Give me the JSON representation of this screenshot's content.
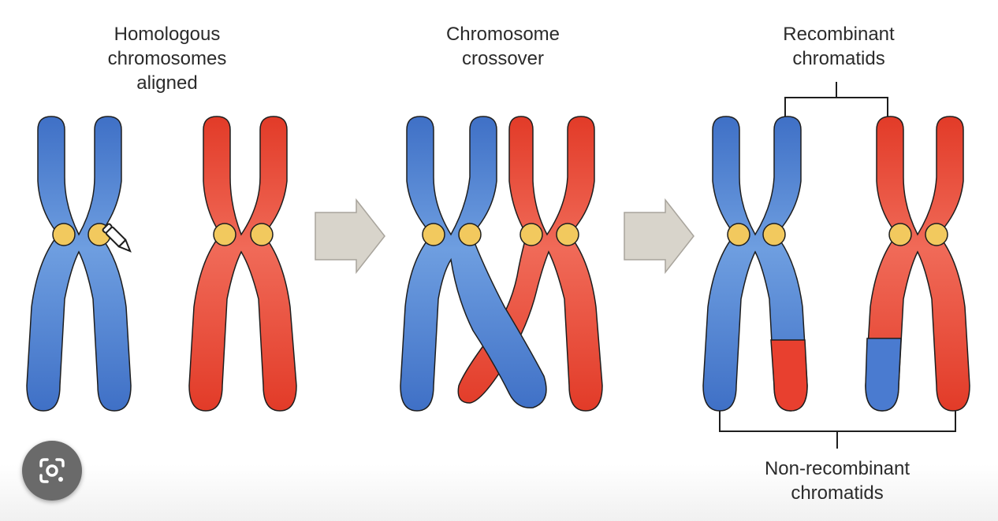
{
  "labels": {
    "stage1": "Homologous\nchromosomes\naligned",
    "stage2": "Chromosome\ncrossover",
    "stage3_top": "Recombinant\nchromatids",
    "stage3_bottom": "Non-recombinant\nchromatids"
  },
  "colors": {
    "blue": "#4a7bd0",
    "red": "#e8402f",
    "centromere": "#f2c95e",
    "arrow": "#d8d4cb",
    "outline": "#1e1e1e"
  },
  "icons": {
    "pencil": "pencil-icon",
    "lens": "lens-search-icon"
  }
}
